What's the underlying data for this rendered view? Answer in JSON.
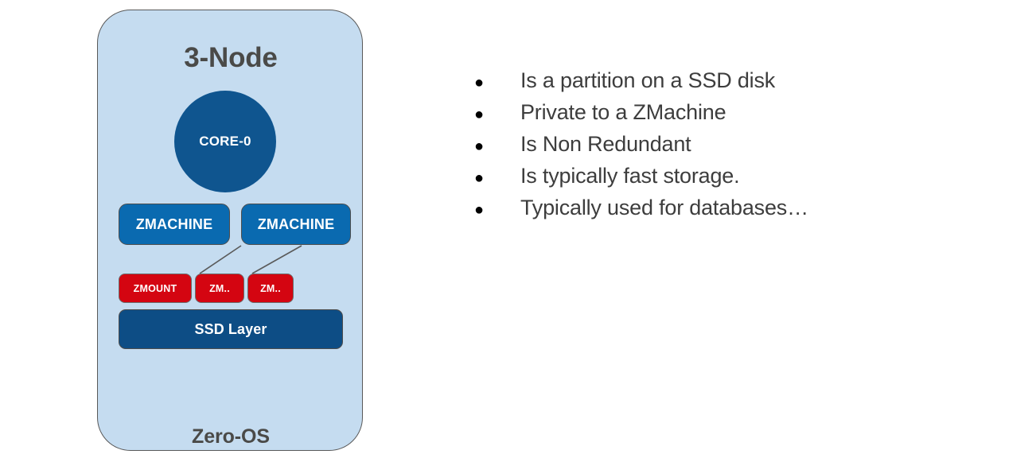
{
  "slide": {
    "background_color": "#ffffff"
  },
  "node": {
    "title": "3-Node",
    "os_label": "Zero-OS",
    "container_color": "#c5dcf0",
    "border_color": "#595959",
    "title_color": "#4a4a48",
    "core": {
      "label": "CORE-0",
      "color": "#0f558f"
    },
    "zmachines": [
      {
        "label": "ZMACHINE"
      },
      {
        "label": "ZMACHINE"
      }
    ],
    "zmachine_color": "#0a6ab0",
    "zmounts": [
      {
        "label": "ZMOUNT"
      },
      {
        "label": "ZM.."
      },
      {
        "label": "ZM.."
      }
    ],
    "zmount_color": "#d40511",
    "storage": {
      "label": "SSD Layer",
      "color": "#0d4d85"
    }
  },
  "bullets": {
    "marker": "●",
    "items": [
      "Is a partition on a SSD disk",
      "Private to a ZMachine",
      "Is Non Redundant",
      "Is typically fast storage.",
      "Typically used for databases…"
    ]
  }
}
